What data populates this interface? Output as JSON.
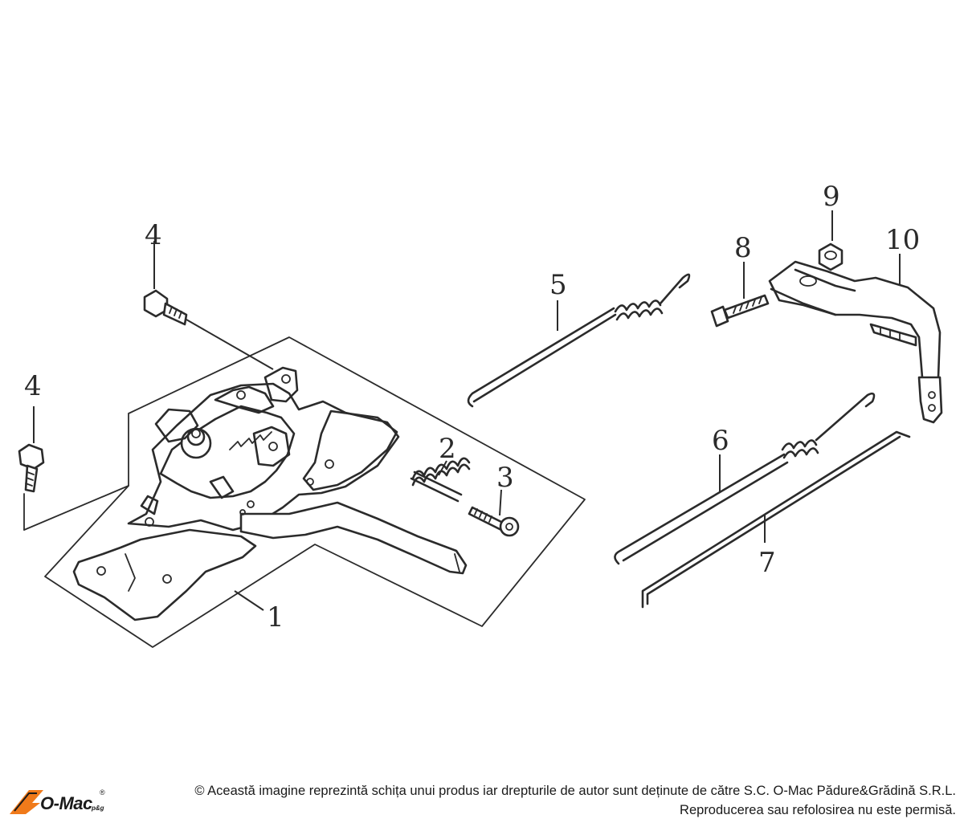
{
  "diagram": {
    "part_labels": {
      "p1": "1",
      "p2": "2",
      "p3": "3",
      "p4a": "4",
      "p4b": "4",
      "p5": "5",
      "p6": "6",
      "p7": "7",
      "p8": "8",
      "p9": "9",
      "p10": "10"
    },
    "line_color": "#2b2b2b",
    "background": "#ffffff"
  },
  "footer": {
    "logo": {
      "text": "O-Mac",
      "sub": "p&g",
      "reg": "®",
      "accent_color": "#f07a1a"
    },
    "copyright_line1": "© Această imagine reprezintă schița unui produs iar drepturile de autor sunt deținute de către S.C. O-Mac Pădure&Grădină S.R.L.",
    "copyright_line2": "Reproducerea sau refolosirea nu este permisă."
  }
}
